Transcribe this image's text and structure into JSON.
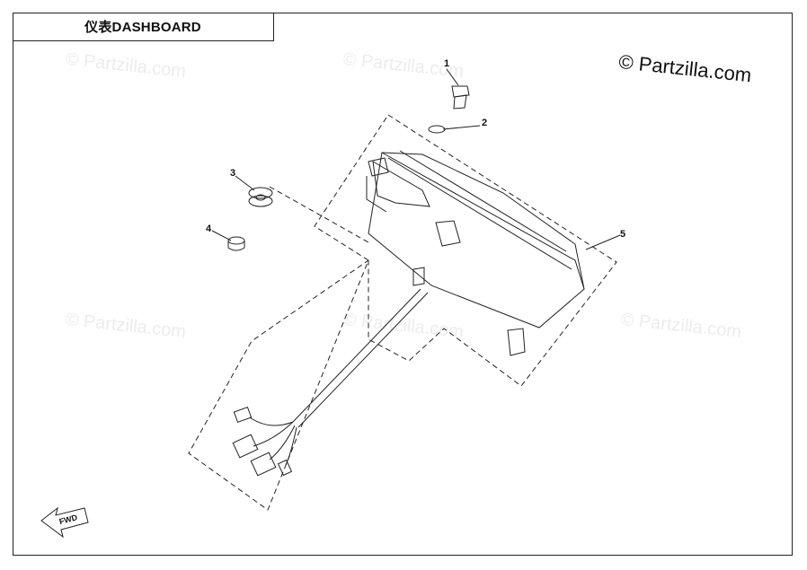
{
  "title": "仪表DASHBOARD",
  "watermark_main": "© Partzilla.com",
  "watermark_faint": "© Partzilla.com",
  "fwd_label": "FWD",
  "callouts": [
    "1",
    "2",
    "3",
    "4",
    "5"
  ],
  "colors": {
    "line": "#222222",
    "watermark": "#ececec"
  }
}
